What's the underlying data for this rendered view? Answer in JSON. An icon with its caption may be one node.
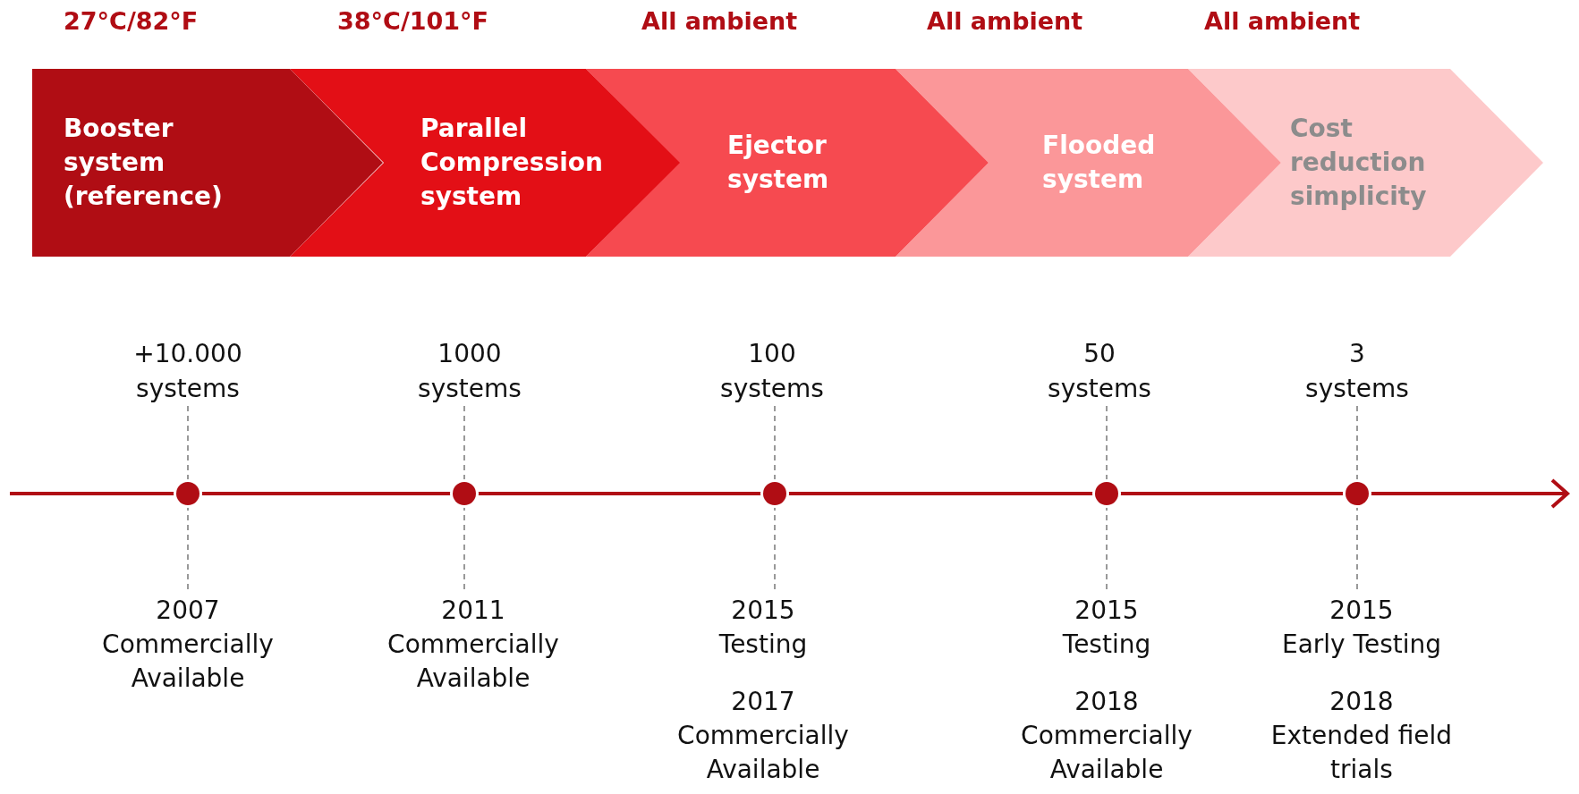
{
  "diagram": {
    "nodes": [
      {
        "text": [
          "Booster system (reference)"
        ],
        "beside": [
          "27°C/82°F"
        ]
      },
      {
        "text": [
          "Parallel Compression system"
        ],
        "beside": [
          "38°C/101°F"
        ]
      },
      {
        "text": [
          "Ejector system"
        ],
        "beside": [
          "All ambient"
        ]
      },
      {
        "text": [
          "Flooded system"
        ],
        "beside": [
          "All ambient"
        ]
      },
      {
        "text": [
          "Cost reduction simplicity"
        ],
        "beside": [
          "All ambient"
        ]
      },
      {
        "text": [
          "+10.000 systems"
        ]
      },
      {
        "text": [
          "1000 systems"
        ]
      },
      {
        "text": [
          "100 systems"
        ]
      },
      {
        "text": [
          "50 systems"
        ]
      },
      {
        "text": [
          "3 systems"
        ]
      },
      {
        "text": [],
        "shape": "circle"
      },
      {
        "text": [],
        "shape": "circle"
      },
      {
        "text": [],
        "shape": "circle"
      },
      {
        "text": [],
        "shape": "circle"
      },
      {
        "text": [],
        "shape": "circle"
      },
      {
        "text": [
          "2007",
          "Commercially Available"
        ]
      },
      {
        "text": [
          "2011",
          "Commercially Available"
        ]
      },
      {
        "text": [
          "2015",
          "Testing",
          "2017",
          "Commercially Available"
        ]
      },
      {
        "text": [
          "2015",
          "Testing",
          "2018",
          "Commercially Available"
        ]
      },
      {
        "text": [
          "2015",
          "Early Testing",
          "2018",
          "Extended field trials"
        ]
      }
    ],
    "edges": [
      {
        "from": 5,
        "to": 10,
        "arrow": "none",
        "style": "dashed"
      },
      {
        "from": 10,
        "to": 15,
        "arrow": "none",
        "style": "dashed"
      },
      {
        "from": 6,
        "to": 11,
        "arrow": "none",
        "style": "dashed"
      },
      {
        "from": 11,
        "to": 16,
        "arrow": "none",
        "style": "dashed"
      },
      {
        "from": 7,
        "to": 12,
        "arrow": "none",
        "style": "dashed"
      },
      {
        "from": 12,
        "to": 17,
        "arrow": "none",
        "style": "dashed"
      },
      {
        "from": 8,
        "to": 13,
        "arrow": "none",
        "style": "dashed"
      },
      {
        "from": 13,
        "to": 18,
        "arrow": "none",
        "style": "dashed"
      },
      {
        "from": 9,
        "to": 14,
        "arrow": "none",
        "style": "dashed"
      },
      {
        "from": 14,
        "to": 19,
        "arrow": "none",
        "style": "dashed"
      }
    ]
  }
}
